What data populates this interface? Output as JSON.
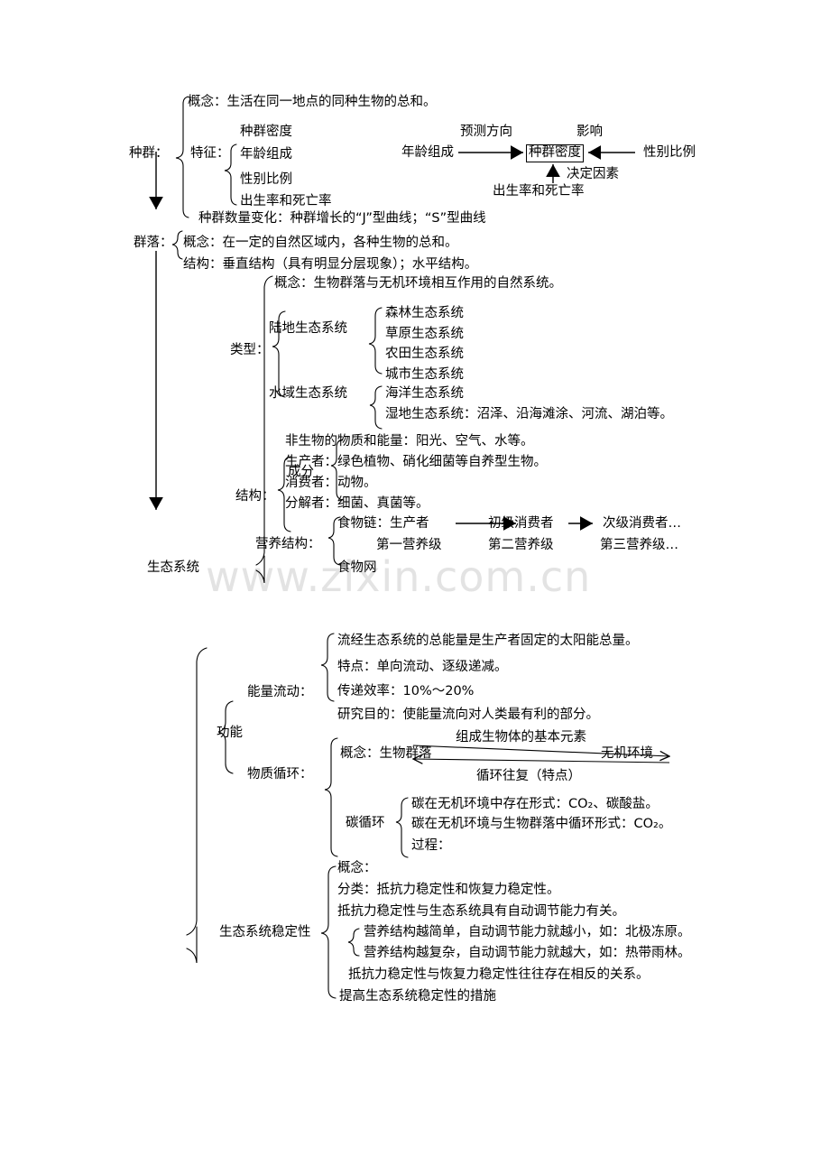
{
  "watermark": "www.zixin.com.cn",
  "population": {
    "root": "种群：",
    "concept_label": "概念：生活在同一地点的同种生物的总和。",
    "traits_label": "特征：",
    "traits": [
      "种群密度",
      "年龄组成",
      "性别比例",
      "出生率和死亡率"
    ],
    "quantity_change": "种群数量变化：种群增长的“J”型曲线；“S”型曲线",
    "diagram": {
      "left_node": "年龄组成",
      "center_node": "种群密度",
      "right_node": "性别比例",
      "bottom_node": "出生率和死亡率",
      "left_arrow_label": "预测方向",
      "right_arrow_label": "影响",
      "bottom_arrow_label": "决定因素"
    }
  },
  "community": {
    "root": "群落：",
    "items": [
      "概念：在一定的自然区域内，各种生物的总和。",
      "结构：垂直结构（具有明显分层现象）；水平结构。"
    ]
  },
  "ecosystem": {
    "root": "生态系统",
    "concept": "概念：生物群落与无机环境相互作用的自然系统。",
    "types_label": "类型：",
    "terrestrial_label": "陆地生态系统",
    "terrestrial_items": [
      "森林生态系统",
      "草原生态系统",
      "农田生态系统",
      "城市生态系统"
    ],
    "aquatic_label": "水域生态系统",
    "aquatic_items": [
      "海洋生态系统",
      "湿地生态系统：沼泽、沿海滩涂、河流、湖泊等。"
    ],
    "structure_label": "结构：",
    "components_label": "成分",
    "components_items": [
      "非生物的物质和能量：阳光、空气、水等。",
      "生产者：绿色植物、硝化细菌等自养型生物。",
      "消费者：动物。",
      "分解者：细菌、真菌等。"
    ],
    "trophic_label": "营养结构：",
    "food_chain_prefix": "食物链：",
    "food_chain": [
      "生产者",
      "初级消费者",
      "次级消费者…"
    ],
    "trophic_levels": [
      "第一营养级",
      "第二营养级",
      "第三营养级…"
    ],
    "food_web": "食物网"
  },
  "functions": {
    "root": "功能",
    "energy_flow_label": "能量流动：",
    "energy_flow_items": [
      "流经生态系统的总能量是生产者固定的太阳能总量。",
      "特点：单向流动、逐级递减。",
      "传递效率：10%～20%",
      "研究目的：使能量流向对人类最有利的部分。"
    ],
    "matter_cycle_label": "物质循环：",
    "matter_cycle_concept": "概念：生物群落",
    "matter_cycle_right": "无机环境",
    "matter_cycle_top_label": "组成生物体的基本元素",
    "matter_cycle_bottom_label": "循环往复（特点）",
    "carbon_cycle_label": "碳循环",
    "carbon_cycle_items": [
      "碳在无机环境中存在形式：CO₂、碳酸盐。",
      "碳在无机环境与生物群落中循环形式：CO₂。",
      "过程："
    ]
  },
  "stability": {
    "root": "生态系统稳定性",
    "items": [
      "概念：",
      "分类：抵抗力稳定性和恢复力稳定性。",
      "抵抗力稳定性与生态系统具有自动调节能力有关。"
    ],
    "sub_items": [
      "营养结构越简单，自动调节能力就越小，如：北极冻原。",
      "营养结构越复杂，自动调节能力就越大，如：热带雨林。"
    ],
    "tail_items": [
      "抵抗力稳定性与恢复力稳定性往往存在相反的关系。",
      "提高生态系统稳定性的措施"
    ]
  }
}
